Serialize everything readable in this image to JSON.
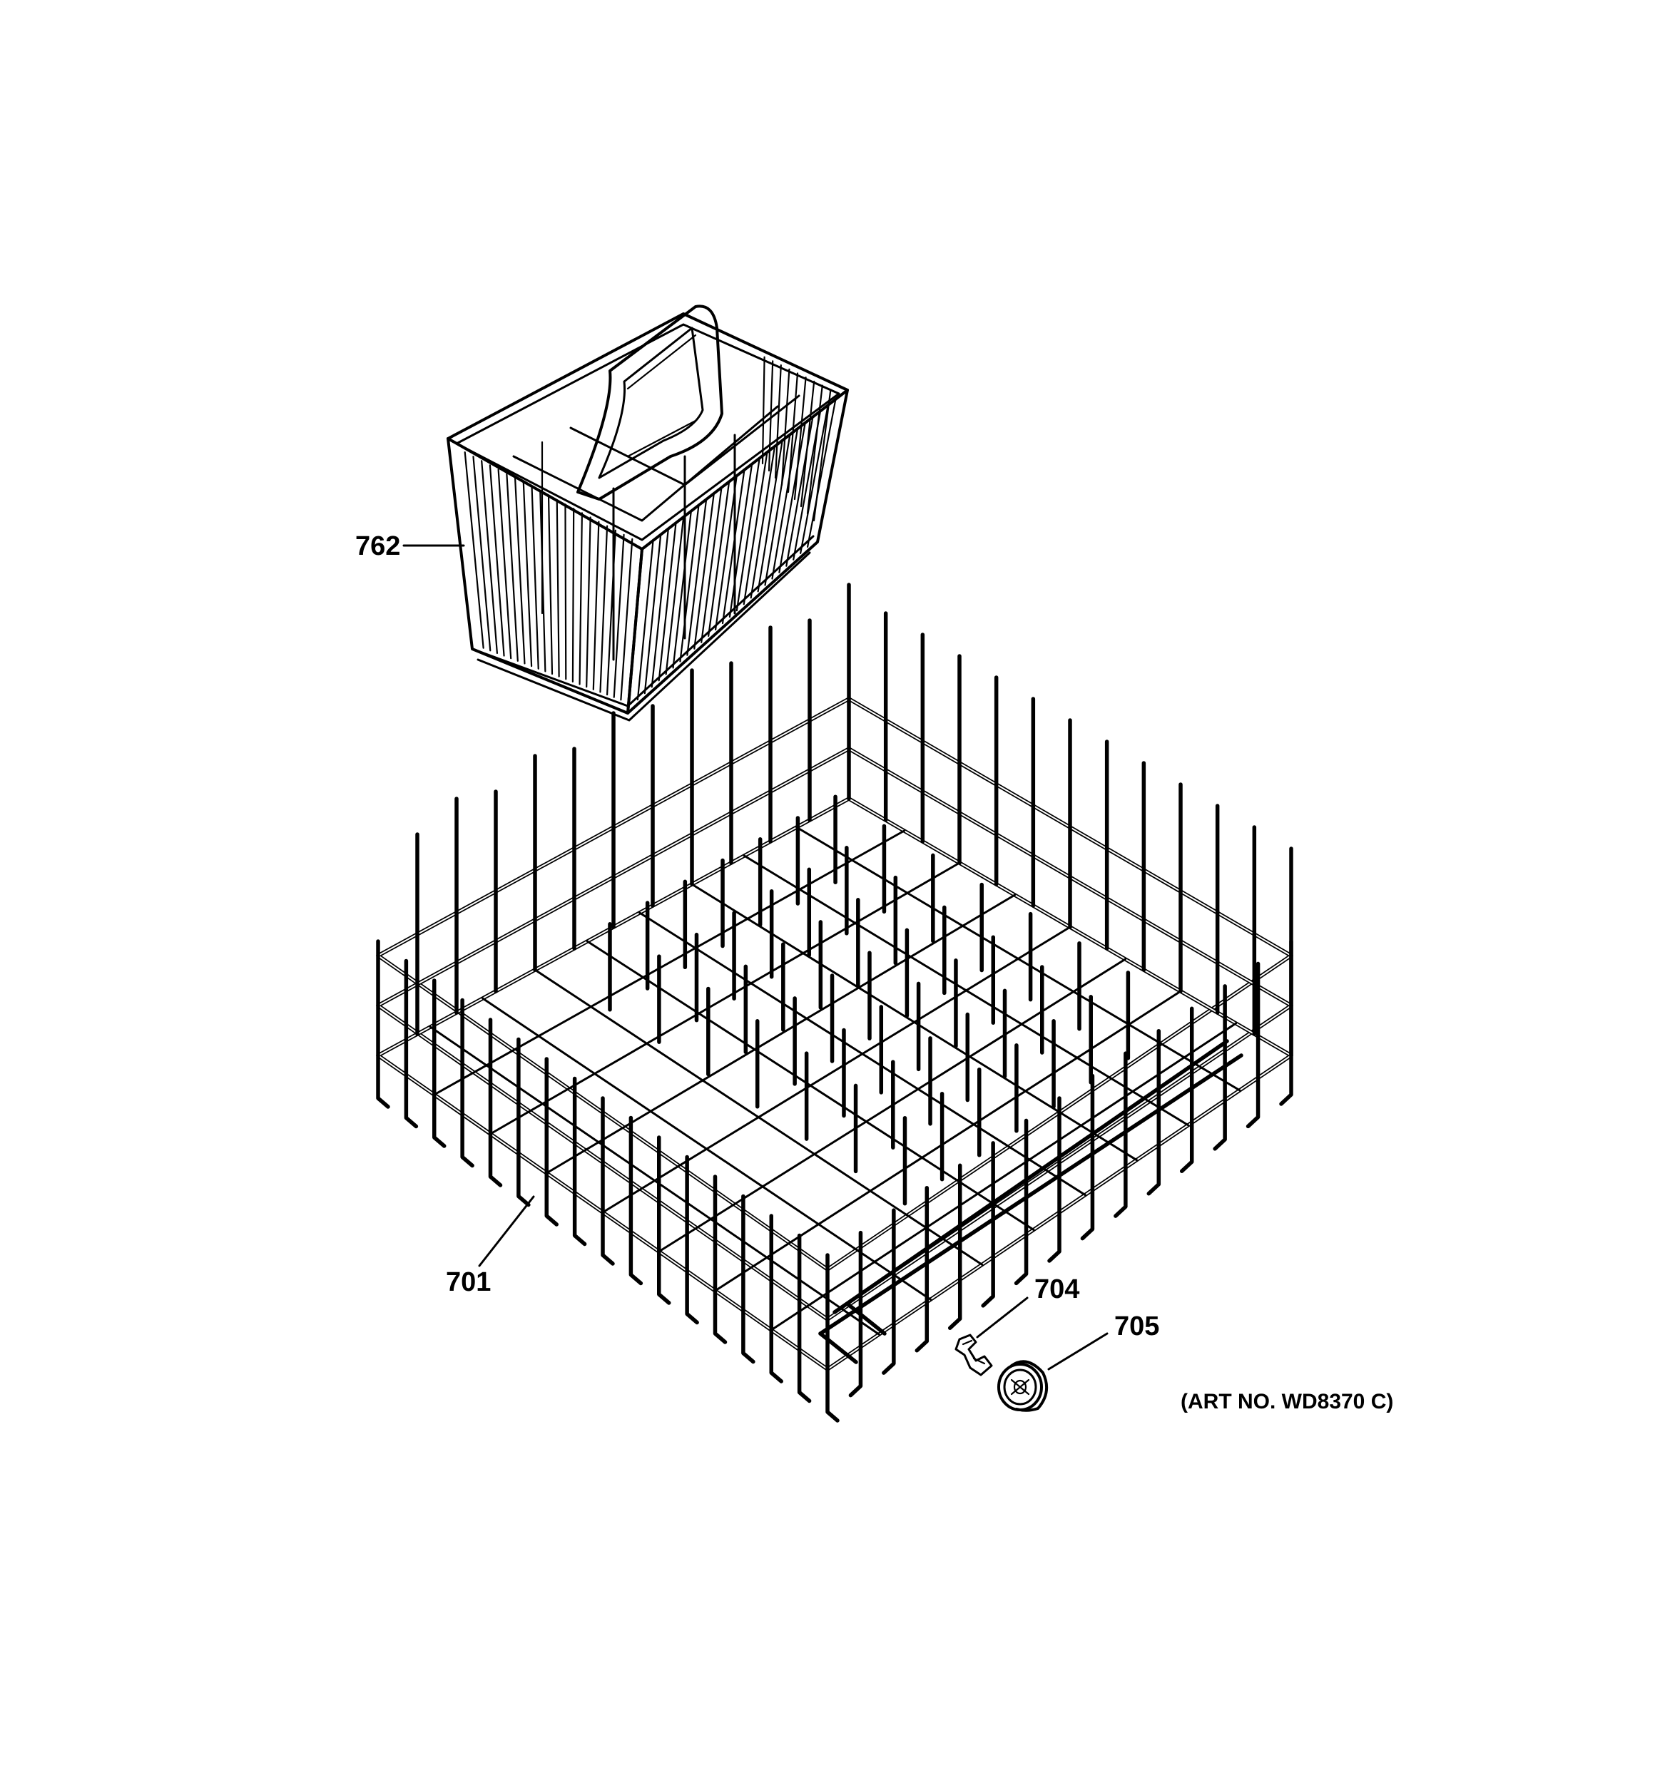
{
  "diagram": {
    "parts": [
      {
        "id": "762",
        "label": "762",
        "item": "silverware-basket"
      },
      {
        "id": "701",
        "label": "701",
        "item": "upper-rack"
      },
      {
        "id": "704",
        "label": "704",
        "item": "roller-clip"
      },
      {
        "id": "705",
        "label": "705",
        "item": "rack-roller"
      }
    ],
    "art_number": "(ART NO. WD8370 C)"
  }
}
